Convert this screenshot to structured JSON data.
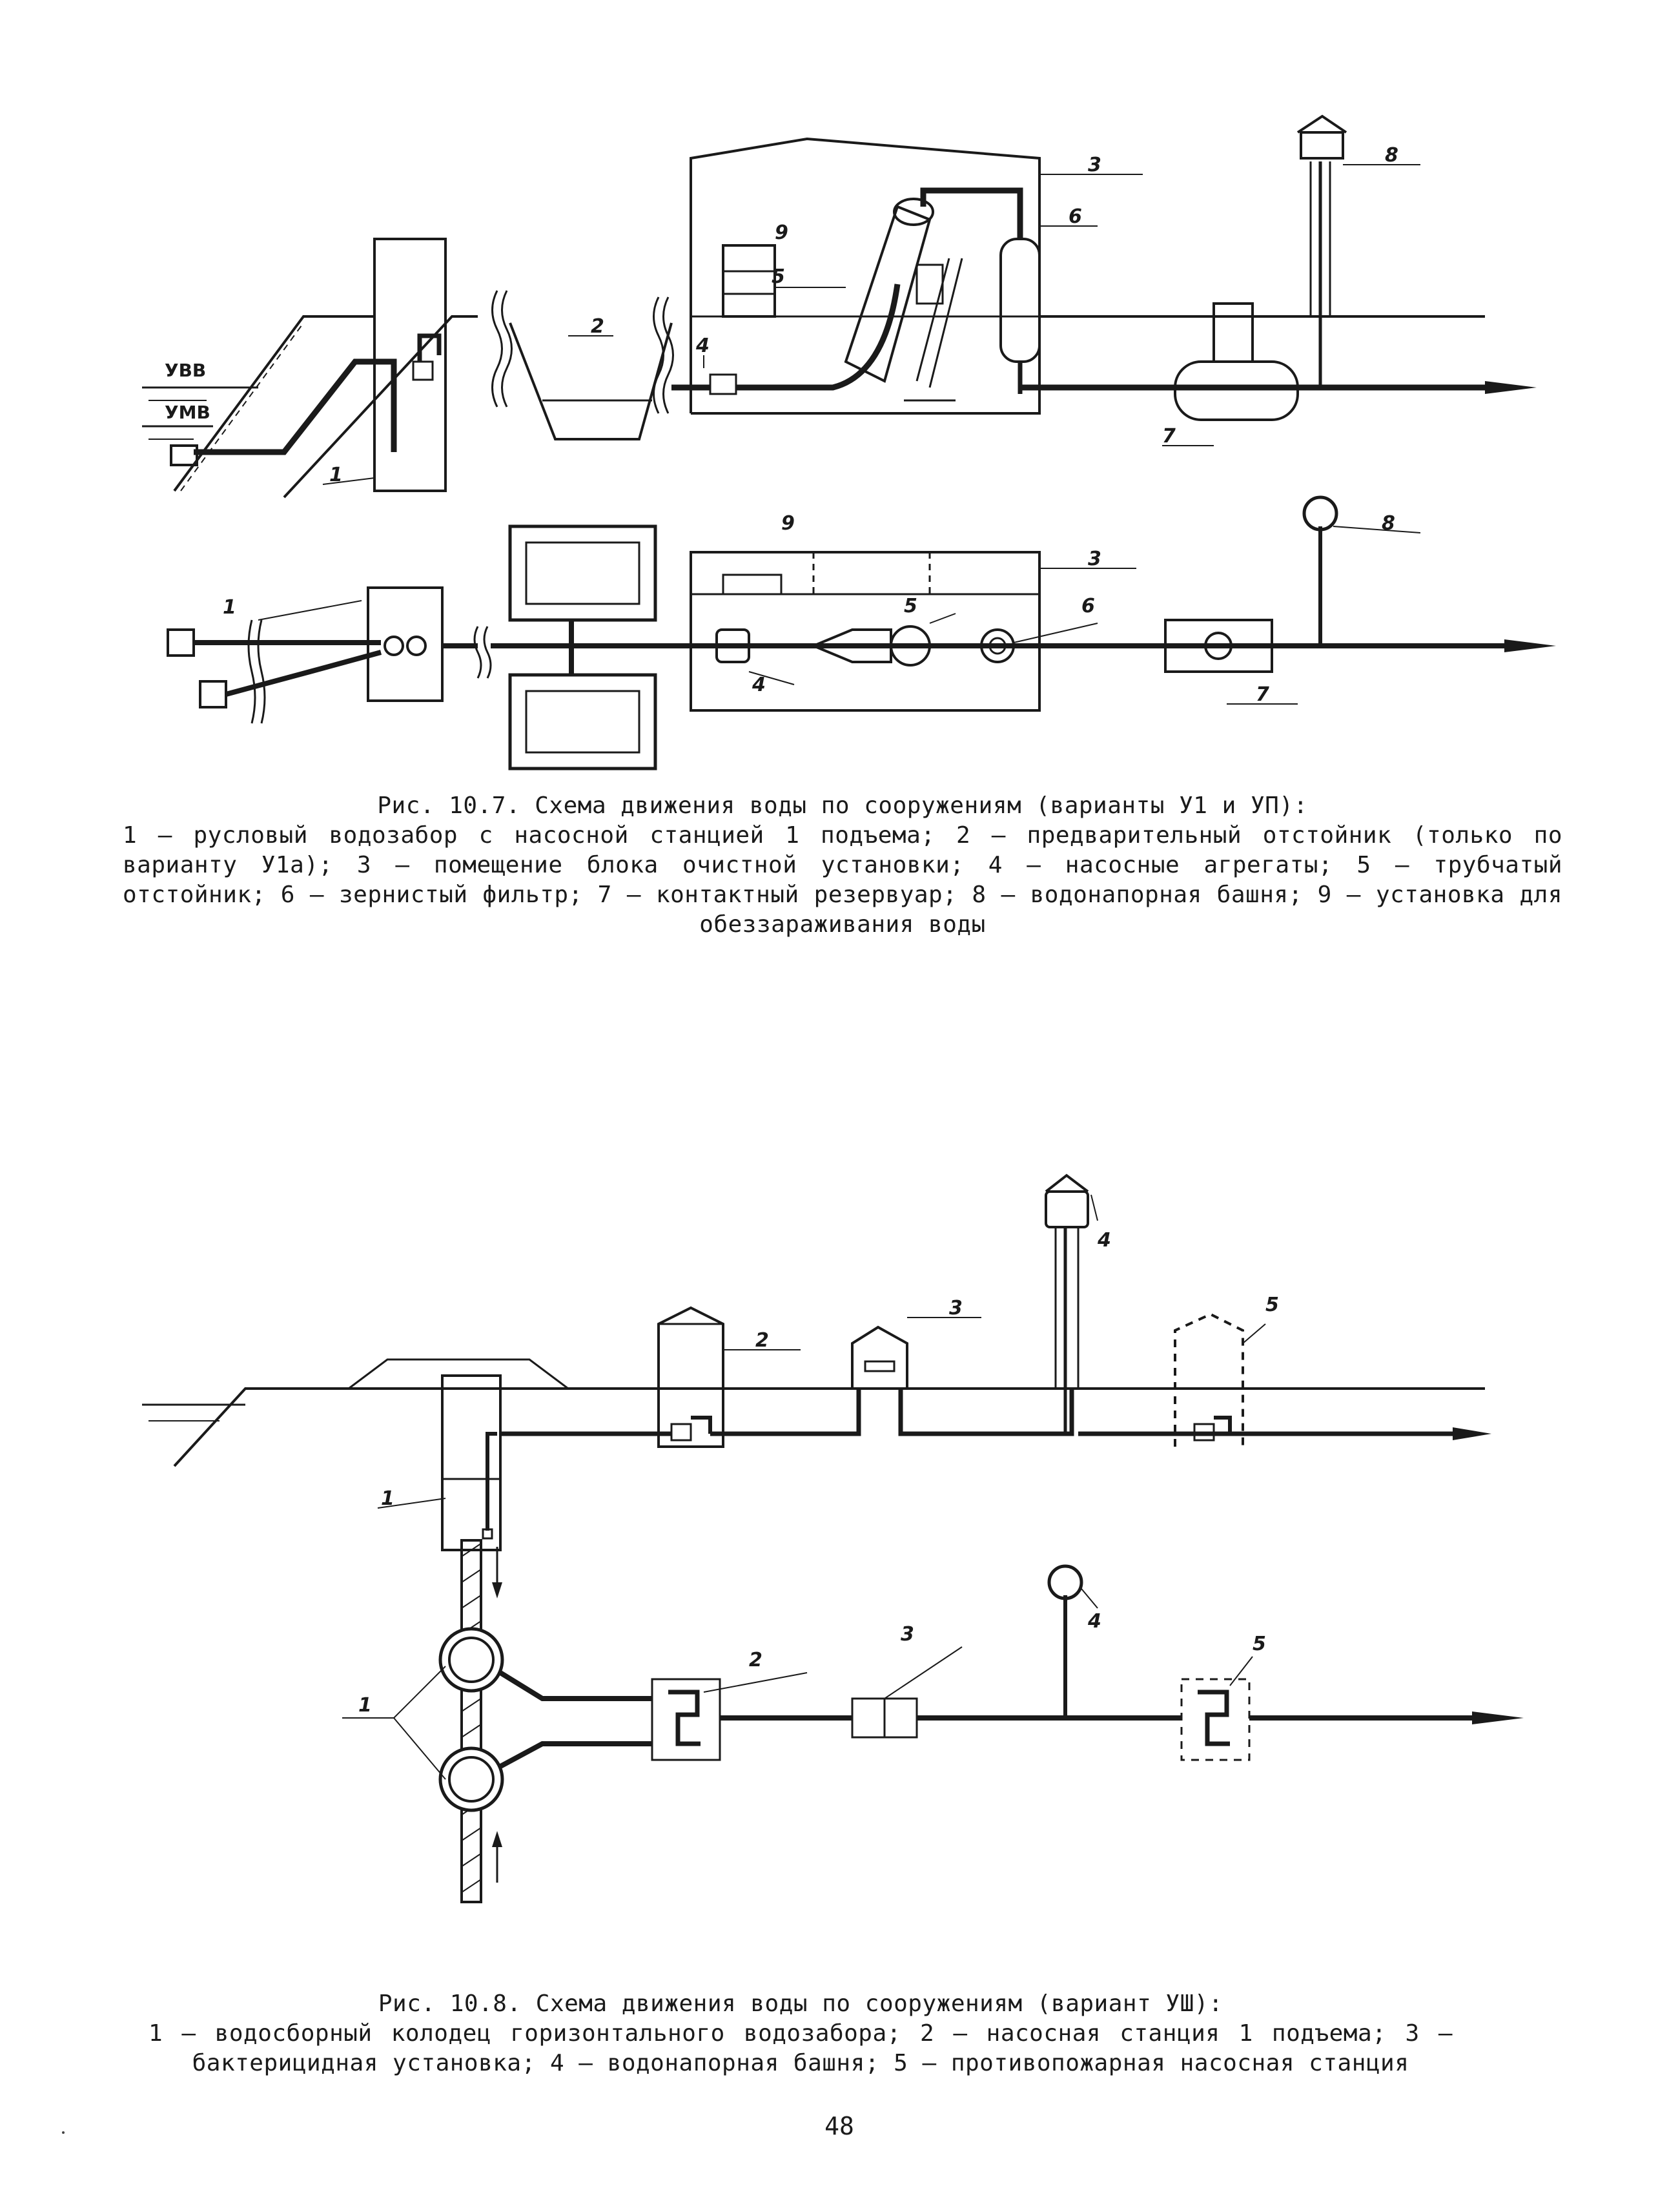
{
  "fig1": {
    "levels": {
      "high": "УВВ",
      "low": "УМВ"
    },
    "callouts_profile": [
      "1",
      "2",
      "3",
      "4",
      "5",
      "6",
      "7",
      "8",
      "9"
    ],
    "callouts_plan": [
      "1",
      "3",
      "4",
      "5",
      "6",
      "7",
      "8",
      "9"
    ],
    "caption_title": "Рис. 10.7. Схема движения воды по сооружениям (варианты У1 и УП):",
    "caption_text": "1 – русловый водозабор с насосной станцией 1 подъема; 2 – предварительный отстойник (только по варианту У1а); 3 – помещение блока очистной установки; 4 – насосные агрегаты; 5 – трубчатый отстойник; 6 – зернистый фильтр; 7 – контактный резервуар; 8 – водонапорная башня; 9 – установка для обеззараживания воды"
  },
  "fig2": {
    "callouts_profile": [
      "1",
      "2",
      "3",
      "4",
      "5"
    ],
    "callouts_plan": [
      "1",
      "2",
      "3",
      "4",
      "5"
    ],
    "caption_title": "Рис. 10.8. Схема движения воды по сооружениям (вариант УШ):",
    "caption_text": "1 – водосборный колодец горизонтального водозабора; 2 – насосная станция 1 подъема; 3 – бактерицидная установка; 4 – водонапорная башня; 5 – противопожарная насосная станция"
  },
  "page_number": "48"
}
